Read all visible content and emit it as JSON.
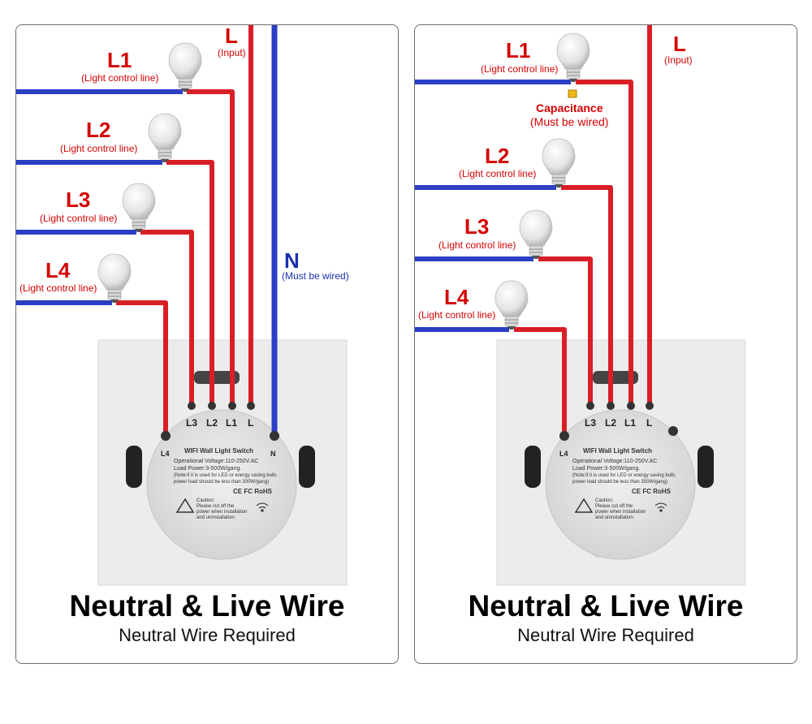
{
  "panels": [
    {
      "live": {
        "label": "L",
        "sub": "(Input)"
      },
      "neutral": {
        "label": "N",
        "sub": "(Must be wired)"
      },
      "loads": [
        {
          "label": "L1",
          "sub": "(Light control line)"
        },
        {
          "label": "L2",
          "sub": "(Light control line)"
        },
        {
          "label": "L3",
          "sub": "(Light control line)"
        },
        {
          "label": "L4",
          "sub": "(Light control line)"
        }
      ],
      "terminals": {
        "l3": "L3",
        "l2": "L2",
        "l1": "L1",
        "l": "L",
        "n": "N",
        "l4": "L4"
      },
      "device": {
        "name": "WIFI Wall Light Switch",
        "voltage": "Operational Voltage:110-250V.AC",
        "power": "Load Power:3-500W/gang.",
        "note1": "(Note:if it is used for LED or energy saving bulb,",
        "note2": "power load should be less than 300W/gang)",
        "certs": "CE FC RoHS",
        "caution1": "Caution:",
        "caution2": "Please cut off the",
        "caution3": "power when installation",
        "caution4": "and uninstallation."
      },
      "title": "Neutral & Live Wire",
      "subtitle": "Neutral Wire Required"
    },
    {
      "live": {
        "label": "L",
        "sub": "(Input)"
      },
      "capacitance": {
        "label": "Capacitance",
        "sub": "(Must be wired)"
      },
      "loads": [
        {
          "label": "L1",
          "sub": "(Light control line)"
        },
        {
          "label": "L2",
          "sub": "(Light control line)"
        },
        {
          "label": "L3",
          "sub": "(Light control line)"
        },
        {
          "label": "L4",
          "sub": "(Light control line)"
        }
      ],
      "terminals": {
        "l3": "L3",
        "l2": "L2",
        "l1": "L1",
        "l": "L",
        "l4": "L4"
      },
      "device": {
        "name": "WIFI Wall Light Switch",
        "voltage": "Operational Voltage:110-250V.AC",
        "power": "Load Power:3-500W/gang.",
        "note1": "(Note:if it is used for LED or energy saving bulb,",
        "note2": "power load should be less than 300W/gang)",
        "certs": "CE FC RoHS",
        "caution1": "Caution:",
        "caution2": "Please cut off the",
        "caution3": "power when installation",
        "caution4": "and uninstallation."
      },
      "title": "Neutral & Live Wire",
      "subtitle": "Neutral Wire Required"
    }
  ],
  "colors": {
    "live": "#d91f26",
    "neutral": "#2a3fc4",
    "label_red": "#d40000",
    "label_blue": "#1a2fb0",
    "plate": "#ececec"
  }
}
